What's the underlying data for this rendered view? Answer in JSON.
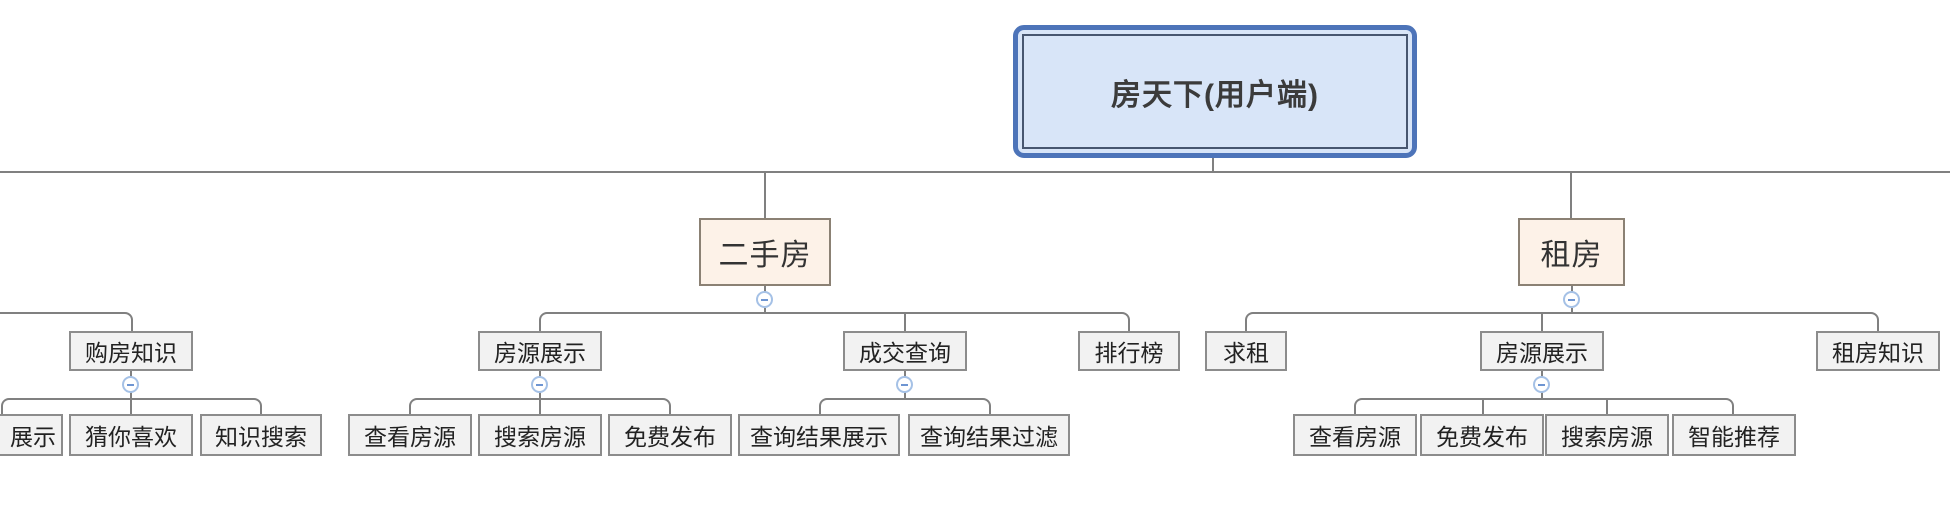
{
  "diagram_type": "mindmap-tree",
  "nodes": {
    "root": "房天下(用户端)",
    "secondhand": "二手房",
    "rental": "租房",
    "buying_knowledge": "购房知识",
    "listing_display_left": "房源展示",
    "deal_query": "成交查询",
    "ranking": "排行榜",
    "rent_seek": "求租",
    "listing_display_right": "房源展示",
    "rental_knowledge": "租房知识",
    "display_cutoff": "展示",
    "guess_you_like": "猜你喜欢",
    "knowledge_search": "知识搜索",
    "view_listings_left": "查看房源",
    "search_listings_left": "搜索房源",
    "free_publish_left": "免费发布",
    "query_result_display": "查询结果展示",
    "query_result_filter": "查询结果过滤",
    "view_listings_right": "查看房源",
    "free_publish_right": "免费发布",
    "search_listings_right": "搜索房源",
    "smart_recommend": "智能推荐"
  },
  "icons": {
    "collapse": "minus-circle-icon"
  },
  "colors": {
    "root_fill": "#d8e5f8",
    "root_border": "#4d74b9",
    "root_inner_border": "#475670",
    "branch_fill": "#fdf2e8",
    "branch_border": "#8b8174",
    "node_fill": "#f2f2f2",
    "node_border": "#8c8c8c",
    "line": "#808080",
    "collapse_border": "#a5c1e6",
    "collapse_minus": "#6e95d2"
  }
}
